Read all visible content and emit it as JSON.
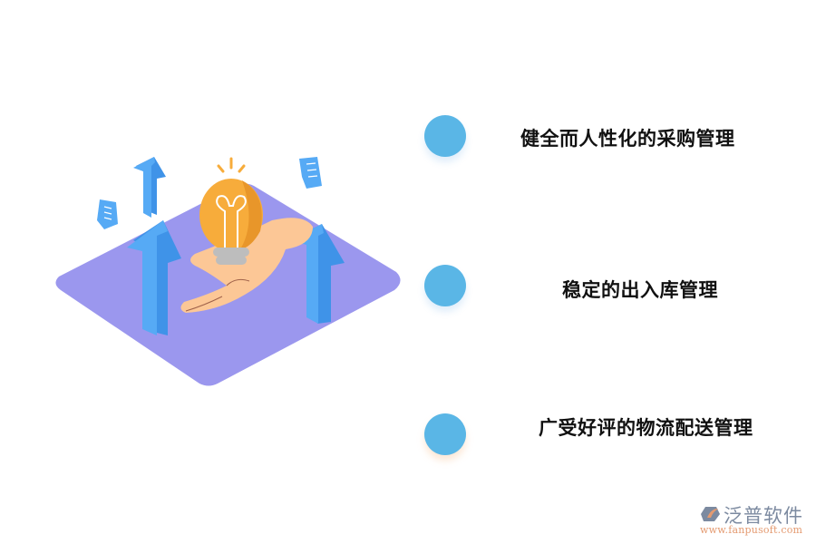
{
  "features": [
    {
      "label": "健全而人性化的采购管理",
      "dot_color": "#5ab6e6"
    },
    {
      "label": "稳定的出入库管理",
      "dot_color": "#5ab6e6"
    },
    {
      "label": "广受好评的物流配送管理",
      "dot_color": "#5ab6e6"
    }
  ],
  "logo": {
    "brand": "泛普软件",
    "url": "www.fanpusoft.com"
  },
  "colors": {
    "platform": "#9b97ee",
    "arrow": "#56aaf5",
    "bulb": "#f7ac3b",
    "hand": "#fcc796",
    "dot": "#5ab6e6"
  }
}
